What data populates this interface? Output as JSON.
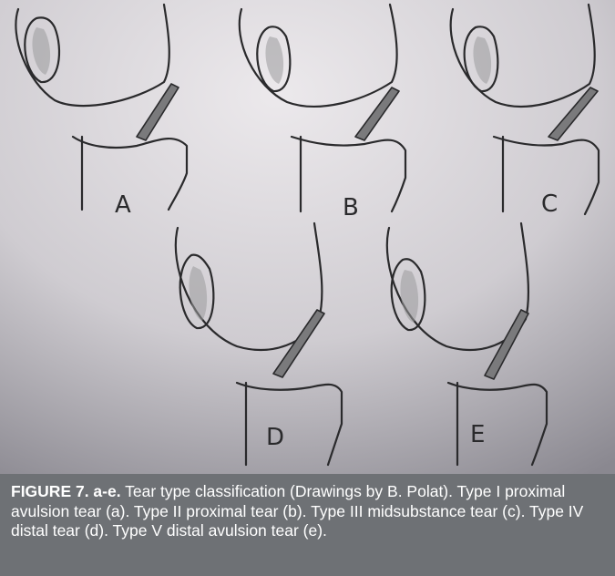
{
  "panels": [
    {
      "letter": "A"
    },
    {
      "letter": "B"
    },
    {
      "letter": "C"
    },
    {
      "letter": "D"
    },
    {
      "letter": "E"
    }
  ],
  "caption": {
    "label": "FIGURE 7. a-e.",
    "text": " Tear type classification (Drawings by B. Polat). Type I proximal avulsion tear (a). Type II proximal tear (b). Type III midsubstance tear (c). Type IV distal tear (d). Type V distal avulsion tear (e)."
  },
  "colors": {
    "paper_light": "#e6e3e6",
    "paper_dark": "#8a8890",
    "ink": "#2a2a2c",
    "caption_bg": "#6e7175",
    "caption_text": "#ffffff"
  }
}
